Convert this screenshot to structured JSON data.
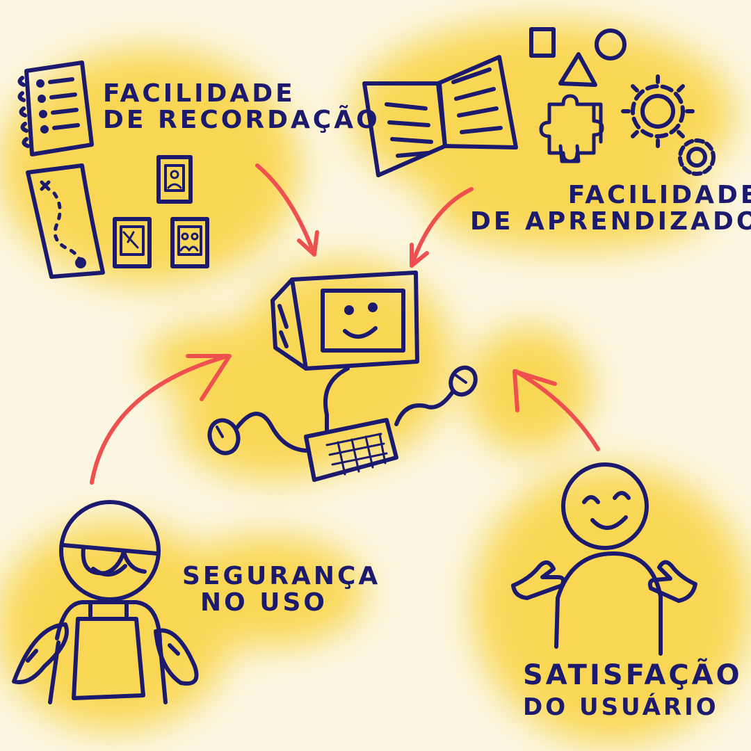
{
  "qualities": {
    "recall": {
      "line1": "FACILIDADE",
      "line2": "DE RECORDAÇÃO"
    },
    "learning": {
      "line1": "FACILIDADE",
      "line2": "DE APRENDIZADO"
    },
    "safety": {
      "line1": "SEGURANÇA",
      "line2": "NO USO"
    },
    "satisfaction": {
      "line1": "SATISFAÇÃO",
      "line2": "DO USUÁRIO"
    }
  },
  "colors": {
    "background": "#fbf6e1",
    "highlight": "#f9d23c",
    "ink": "#1c1a6e",
    "arrow": "#ee4f4f"
  },
  "icons": [
    "notebook-icon",
    "treasure-map-icon",
    "photo-frame-icon",
    "open-book-icon",
    "shapes-icon",
    "puzzle-icon",
    "gear-icon",
    "computer-icon",
    "keyboard-icon",
    "mouse-icon",
    "worker-icon",
    "smiley-person-icon"
  ]
}
